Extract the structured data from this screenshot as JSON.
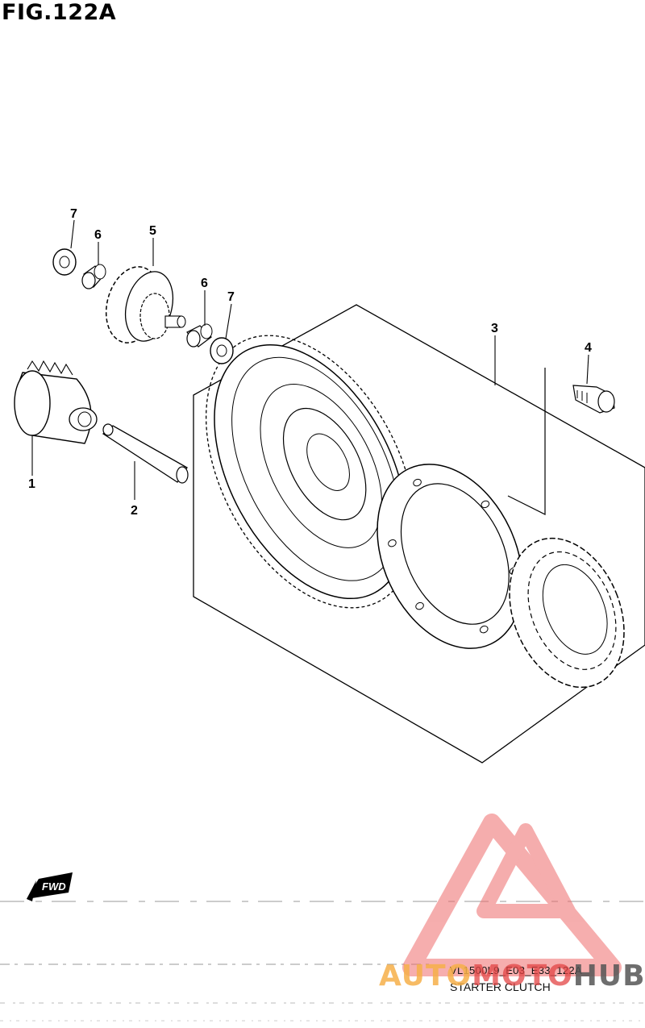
{
  "figure": {
    "title": "FIG.122A",
    "code": "VL1500L9_E03_E33_122A",
    "caption": "STARTER CLUTCH"
  },
  "callouts": [
    "7",
    "6",
    "5",
    "6",
    "7",
    "3",
    "4",
    "1",
    "2"
  ],
  "fwd_label": "FWD",
  "watermark": {
    "part_a": "AUTO",
    "part_b": "MOTO",
    "part_c": "HUB",
    "colors": {
      "auto": "#f6b04a",
      "moto": "#e34545",
      "hub": "#555555",
      "triangle": "#ee6b6b"
    }
  }
}
